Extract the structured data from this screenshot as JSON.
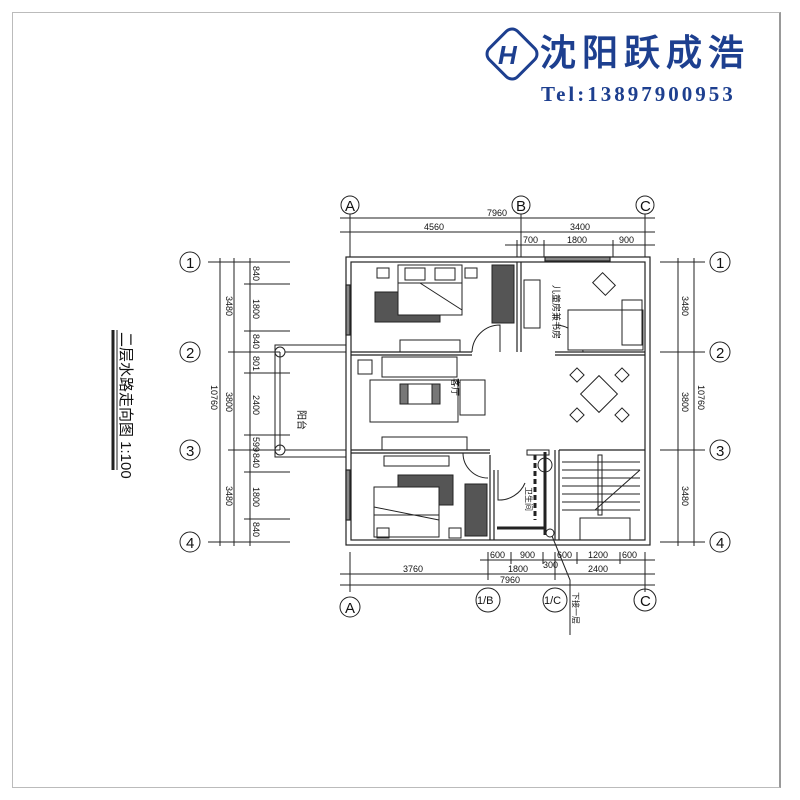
{
  "header": {
    "company_name": "沈阳跃成浩",
    "phone": "Tel:13897900953",
    "logo_letters": "H",
    "brand_color": "#1d3f8f"
  },
  "drawing": {
    "title": "二层水路走向图 1:100",
    "axes_top": [
      "A",
      "B",
      "C"
    ],
    "axes_bottom": [
      "A",
      "1/B",
      "1/C",
      "C"
    ],
    "axes_left": [
      "1",
      "2",
      "3",
      "4"
    ],
    "axes_right": [
      "1",
      "2",
      "3",
      "4"
    ],
    "dims_top": {
      "total": "7960",
      "seg1": "4560",
      "seg2": "3400",
      "sub1": "700",
      "sub2": "1800",
      "sub3": "900"
    },
    "dims_bottom": {
      "a": "600",
      "b": "900",
      "c": "600",
      "d": "1200",
      "e": "600",
      "f": "3760",
      "g": "1800",
      "h": "300",
      "i": "2400",
      "total": "7960"
    },
    "dims_left": {
      "total": "10760",
      "s1": "3480",
      "s2": "3800",
      "s3": "3480",
      "d1": "840",
      "d2": "1800",
      "d3": "840",
      "d4": "801",
      "d5": "2400",
      "d6": "599",
      "d7": "840",
      "d8": "1800",
      "d9": "840"
    },
    "dims_right": {
      "total": "10760",
      "s1": "3480",
      "s2": "3800",
      "s3": "3480"
    },
    "rooms": {
      "balcony": "阳台",
      "kids_room": "儿童房兼书房",
      "living_room": "客厅",
      "bathroom": "卫生间",
      "pipe_note": "下接一层"
    }
  }
}
